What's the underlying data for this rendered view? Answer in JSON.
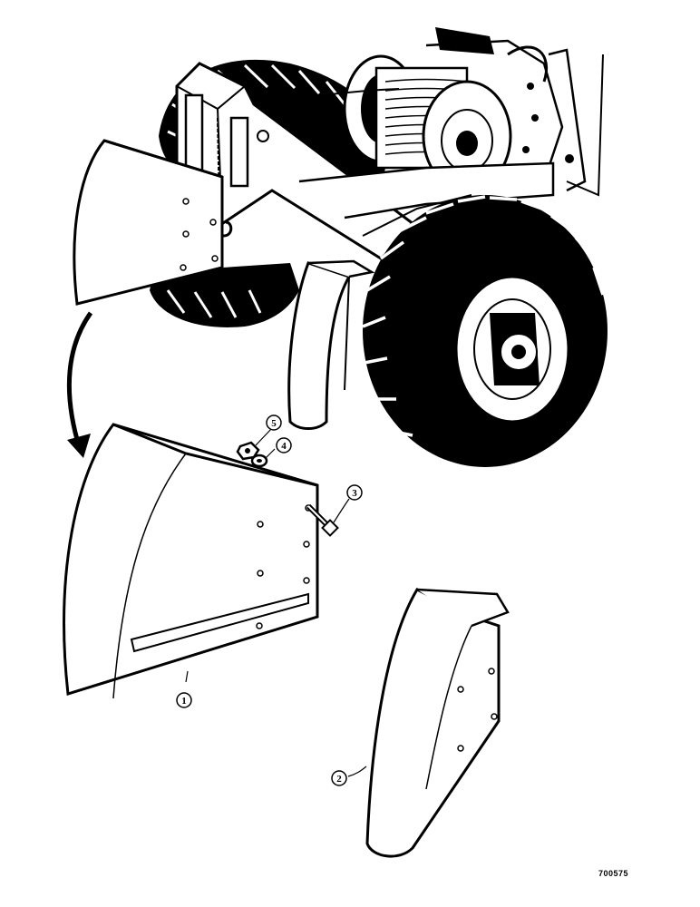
{
  "callouts": [
    {
      "id": "1",
      "label": "1"
    },
    {
      "id": "2",
      "label": "2"
    },
    {
      "id": "3",
      "label": "3"
    },
    {
      "id": "4",
      "label": "4"
    },
    {
      "id": "5",
      "label": "5"
    }
  ],
  "figure_number": "700575",
  "colors": {
    "ink": "#000000",
    "paper": "#ffffff"
  }
}
